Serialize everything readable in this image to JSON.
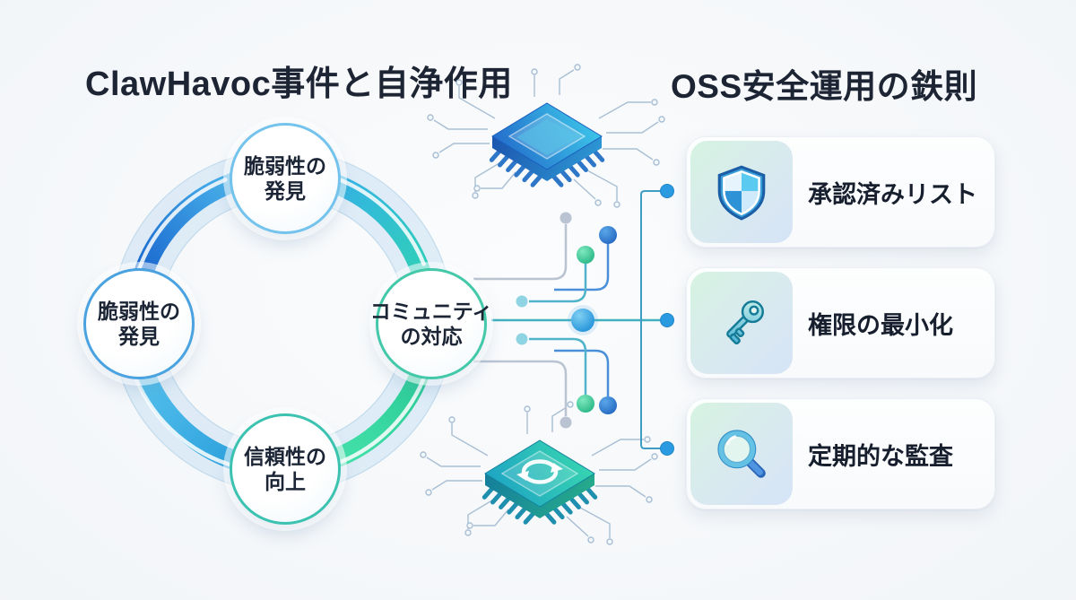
{
  "left_panel": {
    "title": "ClawHavoc事件と自浄作用",
    "cycle": {
      "direction": "clockwise",
      "nodes": [
        {
          "id": "top",
          "line1": "脆弱性の",
          "line2": "発見"
        },
        {
          "id": "right",
          "line1": "コミュニティ",
          "line2": "の対応"
        },
        {
          "id": "bottom",
          "line1": "信頼性の",
          "line2": "向上"
        },
        {
          "id": "left",
          "line1": "脆弱性の",
          "line2": "発見"
        }
      ]
    }
  },
  "right_panel": {
    "title": "OSS安全運用の鉄則",
    "cards": [
      {
        "icon": "shield-icon",
        "label": "承認済みリスト"
      },
      {
        "icon": "key-icon",
        "label": "権限の最小化"
      },
      {
        "icon": "magnifier-icon",
        "label": "定期的な監査"
      }
    ]
  },
  "colors": {
    "title_text": "#1d2534",
    "background": "#f2f5f8",
    "ring_band": "#cfe4f3",
    "arrow_blue": "#1660cc",
    "arrow_cyan": "#35aeec",
    "arrow_teal": "#2fd6ae",
    "arrow_green": "#27c794",
    "node_rim_blue": "#74c3ec",
    "node_rim_teal": "#43c9a9",
    "card_background": "#fbfdfe",
    "tile_gradient_start": "#d6f3e1",
    "tile_gradient_end": "#d6e4f6",
    "connector_line": "#3e9dc4",
    "dot_blue": "#2b9be1",
    "dot_green": "#2fcf9a",
    "chip_blue": "#2163c8",
    "chip_teal": "#1ba8c6"
  }
}
